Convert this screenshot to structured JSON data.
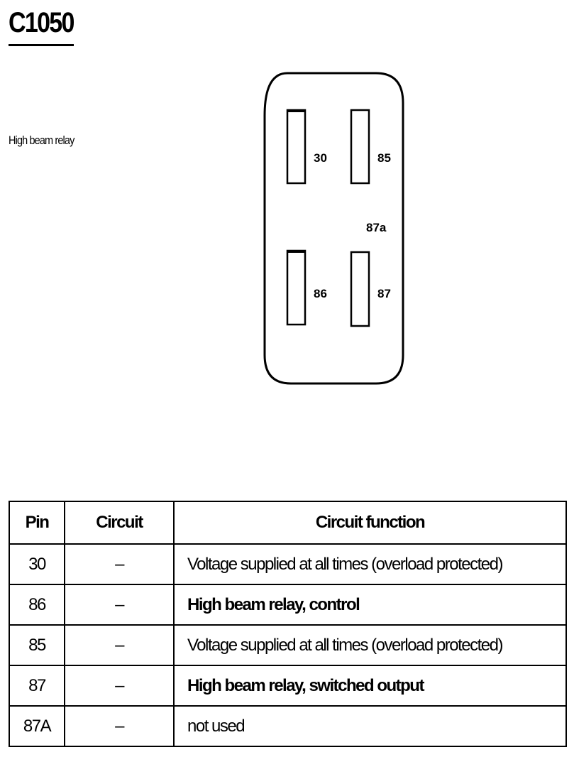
{
  "header": {
    "connector_id": "C1050",
    "description": "High beam relay"
  },
  "connector_face": {
    "pins": [
      "30",
      "85",
      "86",
      "87",
      "87a"
    ]
  },
  "pin_table": {
    "columns": [
      "Pin",
      "Circuit",
      "Circuit function"
    ],
    "rows": [
      {
        "pin": "30",
        "circuit": "–",
        "function": "Voltage supplied at all times (overload protected)"
      },
      {
        "pin": "86",
        "circuit": "–",
        "function": "High beam relay, control"
      },
      {
        "pin": "85",
        "circuit": "–",
        "function": "Voltage supplied at all times (overload protected)"
      },
      {
        "pin": "87",
        "circuit": "–",
        "function": "High beam relay, switched output"
      },
      {
        "pin": "87A",
        "circuit": "–",
        "function": "not used"
      }
    ]
  }
}
